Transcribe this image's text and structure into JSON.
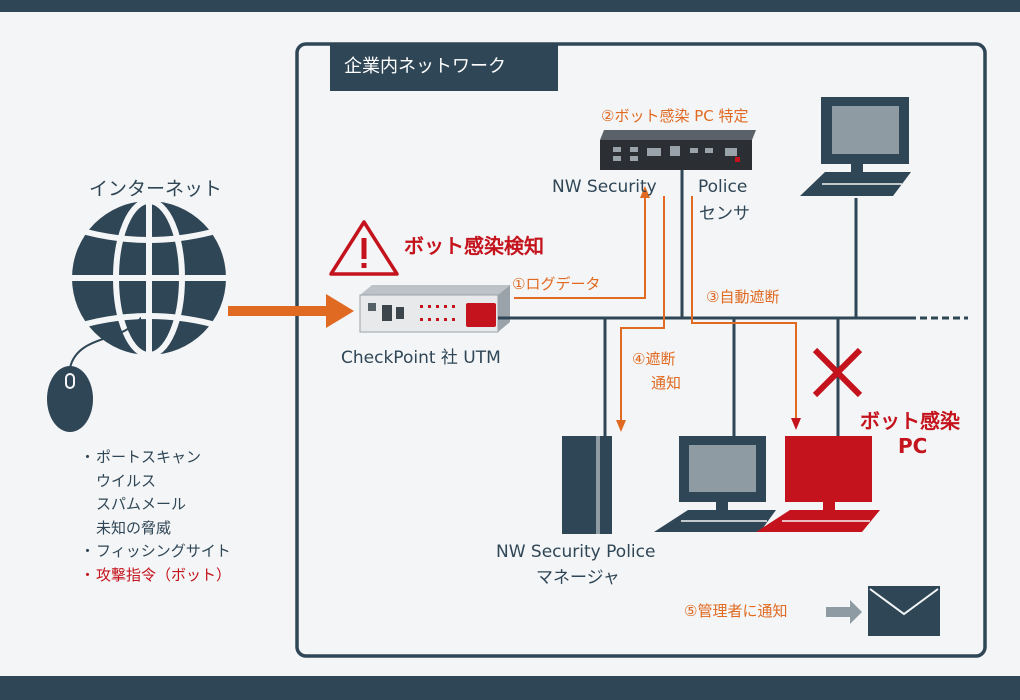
{
  "corporate_network_title": "企業内ネットワーク",
  "internet_label": "インターネット",
  "threats": [
    {
      "bullet": "・",
      "text": "ポートスキャン"
    },
    {
      "bullet": "",
      "text": "ウイルス"
    },
    {
      "bullet": "",
      "text": "スパムメール"
    },
    {
      "bullet": "",
      "text": "未知の脅威"
    },
    {
      "bullet": "・",
      "text": "フィッシングサイト"
    },
    {
      "bullet": "・",
      "text": "攻撃指令（ボット）"
    }
  ],
  "utm_label": "CheckPoint 社 UTM",
  "bot_detect_label": "ボット感染検知",
  "warning_glyph": "!",
  "step1_label": "①ログデータ",
  "step2_label": "②ボット感染 PC 特定",
  "step3_label": "③自動遮断",
  "step4_line1": "④遮断",
  "step4_line2": "通知",
  "step5_label": "⑤管理者に通知",
  "sensor_name_left": "NW Security",
  "sensor_name_right": "Police",
  "sensor_sub": "センサ",
  "manager_line1": "NW Security Police",
  "manager_line2": "マネージャ",
  "infected_line1": "ボット感染",
  "infected_line2": "PC",
  "colors": {
    "navy": "#2f4656",
    "orange": "#e06a22",
    "red": "#c4131d",
    "gray": "#8e9ba3",
    "background": "#f4f5f6"
  },
  "icons": [
    "globe-icon",
    "mouse-icon",
    "warning-icon",
    "utm-appliance-icon",
    "sensor-appliance-icon",
    "monitor-icon",
    "server-tower-icon",
    "infected-pc-icon",
    "cross-icon",
    "mail-icon"
  ]
}
